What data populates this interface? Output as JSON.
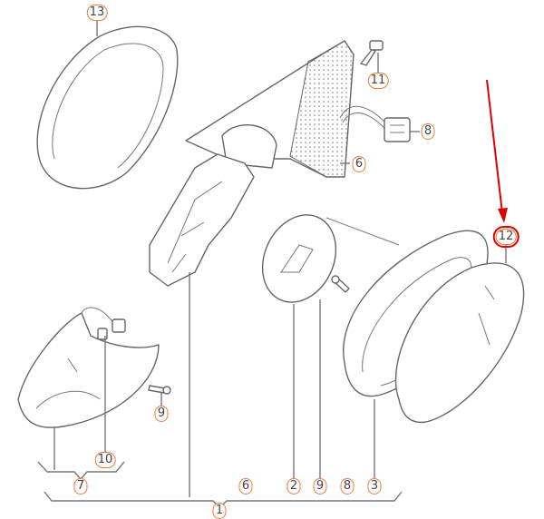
{
  "diagram": {
    "callouts": {
      "cap": "13",
      "screw_top": "11",
      "connector": "8",
      "mount": "6",
      "mirror_glass": "12",
      "bulb": "10",
      "screw_lower": "9",
      "lower_cover": "7",
      "motor": "2",
      "motor_screw": "9",
      "housing": "3",
      "assembly": "1"
    },
    "assembly_contents": [
      "6",
      "2",
      "9",
      "8",
      "3"
    ],
    "highlight_color": "#e00000",
    "callout_border_color": "#f07a3a"
  }
}
